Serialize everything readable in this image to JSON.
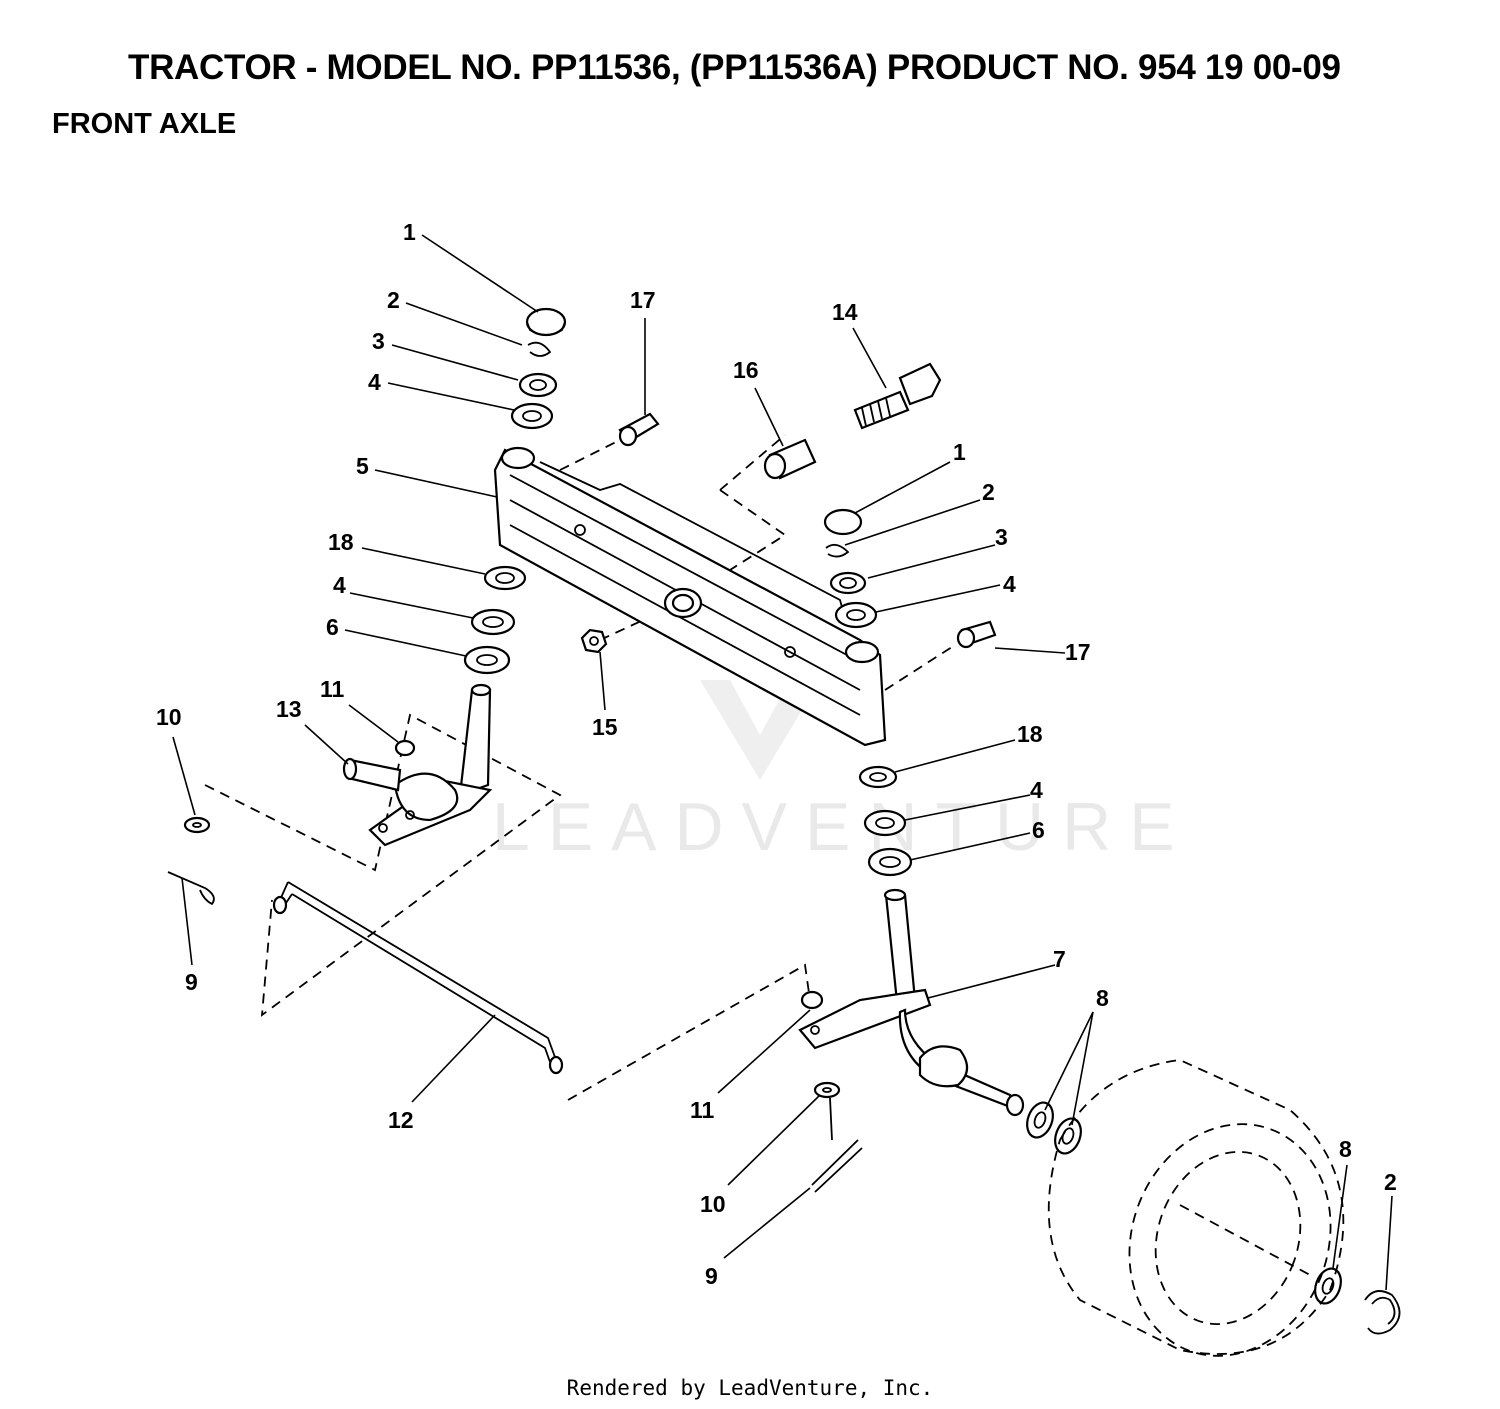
{
  "header": {
    "title": "TRACTOR - MODEL NO. PP11536, (PP11536A)  PRODUCT NO. 954 19 00-09",
    "subtitle": "FRONT AXLE"
  },
  "watermark": "LEADVENTURE",
  "footer": "Rendered by LeadVenture, Inc.",
  "callouts": {
    "c1a": "1",
    "c2a": "2",
    "c3a": "3",
    "c4a": "4",
    "c5": "5",
    "c17a": "17",
    "c16": "16",
    "c14": "14",
    "c1b": "1",
    "c2b": "2",
    "c3b": "3",
    "c4b": "4",
    "c18a": "18",
    "c4c": "4",
    "c6a": "6",
    "c17b": "17",
    "c15": "15",
    "c10a": "10",
    "c13": "13",
    "c11a": "11",
    "c18b": "18",
    "c4d": "4",
    "c6b": "6",
    "c9a": "9",
    "c7": "7",
    "c8a": "8",
    "c12": "12",
    "c11b": "11",
    "c10b": "10",
    "c9b": "9",
    "c8b": "8",
    "c2c": "2"
  }
}
